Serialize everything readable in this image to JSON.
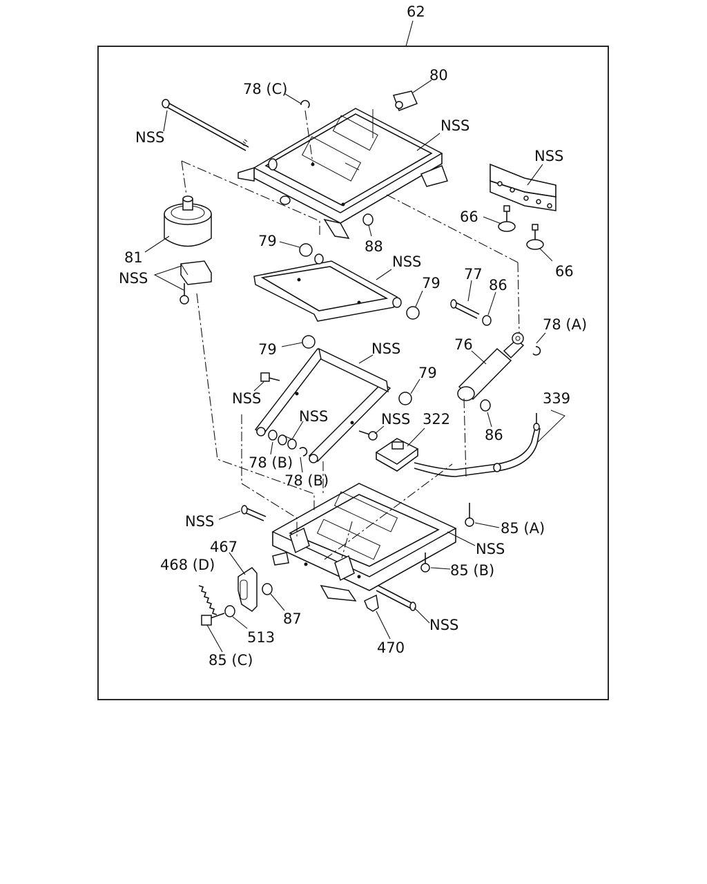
{
  "assembly_label": "62",
  "labels": {
    "rod_nss": "NSS",
    "l78c": "78 (C)",
    "l80": "80",
    "top_frame_nss": "NSS",
    "bracket_nss": "NSS",
    "l66a": "66",
    "l66b": "66",
    "l81": "81",
    "clip_nss": "NSS",
    "l79a": "79",
    "l88": "88",
    "upper_arm_nss": "NSS",
    "l79b": "79",
    "l77": "77",
    "l86a": "86",
    "l78a": "78 (A)",
    "l79c": "79",
    "lower_arm_nss": "NSS",
    "l76": "76",
    "l79d": "79",
    "l339": "339",
    "bolt_nss": "NSS",
    "washers_nss": "NSS",
    "screw_nss": "NSS",
    "l322": "322",
    "l86b": "86",
    "l78b1": "78 (B)",
    "l78b2": "78 (B)",
    "pin_nss": "NSS",
    "l85a": "85 (A)",
    "base_nss": "NSS",
    "l467": "467",
    "l468d": "468 (D)",
    "l85b": "85 (B)",
    "l87": "87",
    "l513": "513",
    "l470": "470",
    "base_pin_nss": "NSS",
    "l85c": "85 (C)"
  }
}
